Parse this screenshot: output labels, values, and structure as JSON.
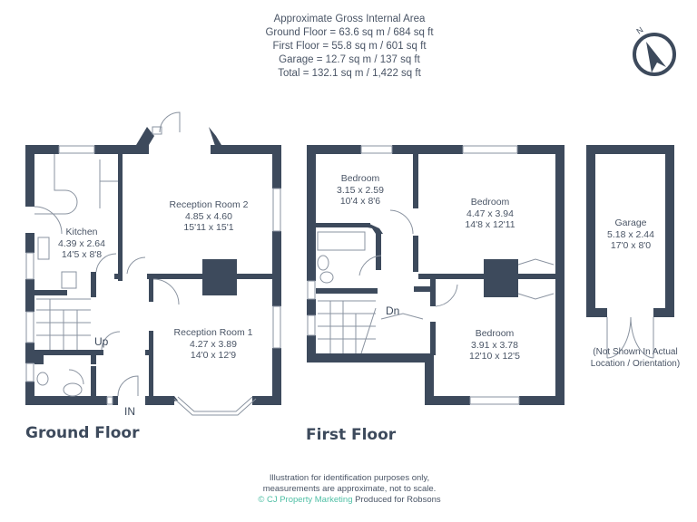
{
  "area_summary": {
    "heading": "Approximate Gross Internal Area",
    "lines": [
      "Ground Floor = 63.6 sq m / 684 sq ft",
      "First Floor = 55.8 sq m / 601 sq ft",
      "Garage = 12.7 sq m / 137 sq ft",
      "Total = 132.1 sq m / 1,422 sq ft"
    ]
  },
  "compass": {
    "label": "N",
    "icon": "north-arrow-icon"
  },
  "ground_floor": {
    "title": "Ground Floor",
    "rooms": [
      {
        "name": "Kitchen",
        "metric": "4.39 x 2.64",
        "imperial": "14'5 x 8'8"
      },
      {
        "name": "Reception Room 2",
        "metric": "4.85 x 4.60",
        "imperial": "15'11 x 15'1"
      },
      {
        "name": "Reception Room 1",
        "metric": "4.27 x 3.89",
        "imperial": "14'0 x 12'9"
      }
    ],
    "stairs_label": "Up",
    "entrance_label": "IN"
  },
  "first_floor": {
    "title": "First Floor",
    "rooms": [
      {
        "name": "Bedroom",
        "metric": "3.15 x 2.59",
        "imperial": "10'4 x 8'6"
      },
      {
        "name": "Bedroom",
        "metric": "4.47 x 3.94",
        "imperial": "14'8 x 12'11"
      },
      {
        "name": "Bedroom",
        "metric": "3.91 x 3.78",
        "imperial": "12'10 x 12'5"
      }
    ],
    "stairs_label": "Dn"
  },
  "garage": {
    "name": "Garage",
    "metric": "5.18 x 2.44",
    "imperial": "17'0 x 8'0",
    "note_line1": "(Not Shown In Actual",
    "note_line2": "Location / Orientation)"
  },
  "footer": {
    "line1": "Illustration for identification purposes only,",
    "line2": "measurements are approximate, not to scale.",
    "brand": "© CJ Property Marketing",
    "produced": "Produced for Robsons"
  },
  "colors": {
    "wall": "#3d4a5c",
    "text": "#4a5566",
    "brand": "#4fbfa5",
    "line": "#8a93a0"
  }
}
